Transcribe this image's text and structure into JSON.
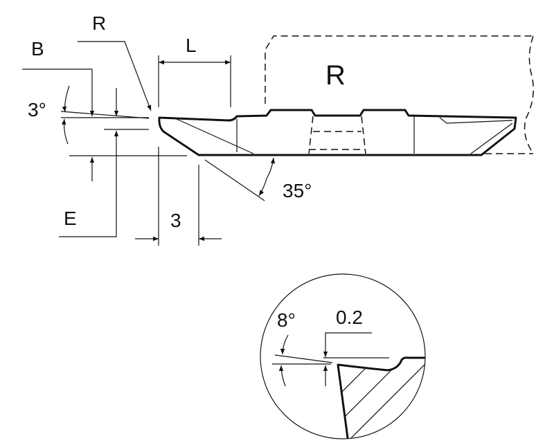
{
  "labels": {
    "radius_top": "R",
    "b": "B",
    "l": "L",
    "holder_r": "R",
    "angle_3": "3°",
    "e": "E",
    "dim_3": "3",
    "angle_35": "35°",
    "angle_8": "8°",
    "dim_02": "0.2"
  },
  "colors": {
    "line": "#111111",
    "background": "#ffffff"
  }
}
